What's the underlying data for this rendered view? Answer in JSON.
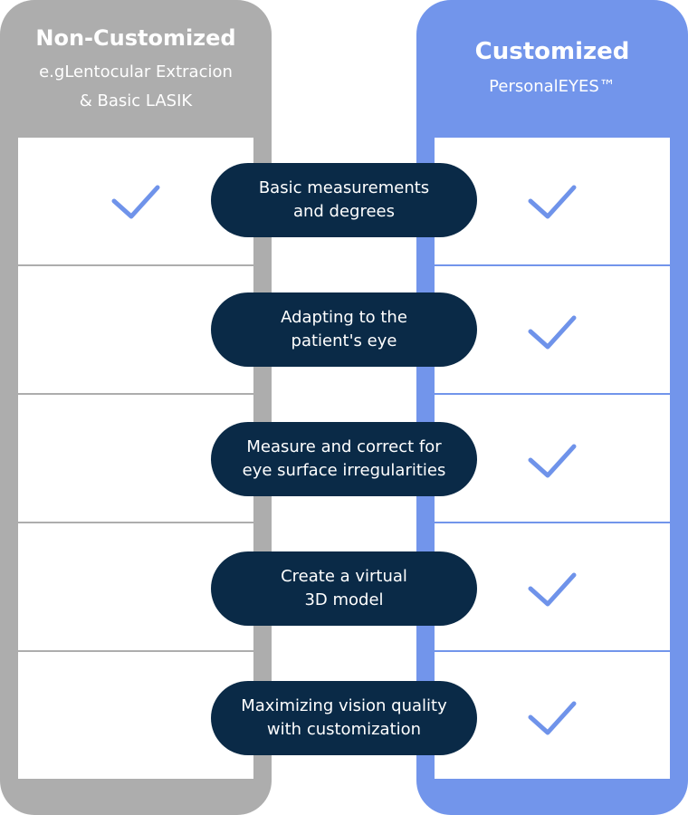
{
  "left_column": {
    "title": "Non-Customized",
    "subtitle_line1": "e.gLentocular Extracion",
    "subtitle_line2": "& Basic LASIK",
    "rows_checked": [
      true,
      false,
      false,
      false,
      false
    ]
  },
  "right_column": {
    "title": "Customized",
    "subtitle": "PersonalEYES™",
    "rows_checked": [
      true,
      true,
      true,
      true,
      true
    ]
  },
  "features": [
    {
      "line1": "Basic measurements",
      "line2": "and degrees"
    },
    {
      "line1": "Adapting to the",
      "line2": "patient's eye"
    },
    {
      "line1": "Measure and correct for",
      "line2": "eye surface irregularities"
    },
    {
      "line1": "Create a virtual",
      "line2": "3D model"
    },
    {
      "line1": "Maximizing vision quality",
      "line2": "with customization"
    }
  ],
  "colors": {
    "left_accent": "#adadad",
    "right_accent": "#7295eb",
    "check": "#6f93ea",
    "pill": "#0a2a47"
  },
  "icons": {
    "check": "check-icon"
  }
}
